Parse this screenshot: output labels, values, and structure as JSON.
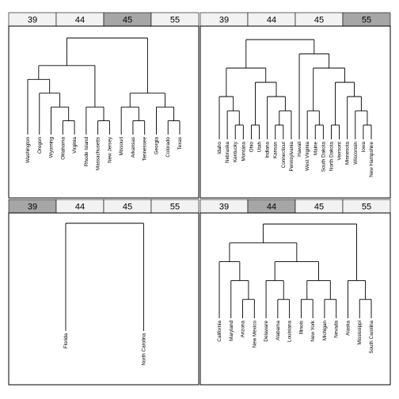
{
  "chart_data": {
    "type": "dendrogram",
    "strip_labels": [
      "39",
      "44",
      "45",
      "55"
    ],
    "colors": {
      "strip_active": "#a6a6a6",
      "strip_inactive": "#f2f2f2",
      "panel_border": "#000000",
      "line": "#000000"
    },
    "panels": [
      {
        "active_strip": 2,
        "leaves": [
          "Washington",
          "Oregon",
          "Wyoming",
          "Oklahoma",
          "Virginia",
          "Rhode Island",
          "Massachusetts",
          "New Jersey",
          "Missouri",
          "Arkansas",
          "Tennessee",
          "Georgia",
          "Colorado",
          "Texas"
        ],
        "tree": [
          [
            [
              [
                0,
                [
                  1,
                  [
                    2,
                    [
                      3,
                      4
                    ]
                  ]
                ]
              ],
              [
                5,
                [
                  6,
                  7
                ]
              ]
            ]
          ],
          [
            [
              8,
              [
                9,
                10
              ]
            ],
            [
              11,
              [
                12,
                13
              ]
            ]
          ]
        ]
      },
      {
        "active_strip": 3,
        "leaves": [
          "Idaho",
          "Nebraska",
          "Kentucky",
          "Montana",
          "Ohio",
          "Utah",
          "Indiana",
          "Kansas",
          "Connecticut",
          "Pennsylvania",
          "Hawaii",
          "West Virginia",
          "Maine",
          "South Dakota",
          "North Dakota",
          "Vermont",
          "Minnesota",
          "Wisconsin",
          "Iowa",
          "New Hampshire"
        ],
        "tree": [
          [
            [
              0,
              [
                1,
                [
                  2,
                  3
                ]
              ]
            ],
            [
              [
                4,
                5
              ],
              [
                6,
                [
                  [
                    7,
                    8
                  ],
                  9
                ]
              ]
            ]
          ],
          [
            10,
            [
              [
                11,
                [
                  12,
                  13
                ]
              ],
              [
                [
                  14,
                  15
                ],
                [
                  16,
                  [
                    17,
                    [
                      18,
                      19
                    ]
                  ]
                ]
              ]
            ]
          ]
        ]
      },
      {
        "active_strip": 0,
        "leaves": [
          "Florida",
          "North Carolina"
        ],
        "tree": [
          0,
          1
        ]
      },
      {
        "active_strip": 1,
        "leaves": [
          "California",
          "Maryland",
          "Arizona",
          "New Mexico",
          "Delaware",
          "Alabama",
          "Louisiana",
          "Illinois",
          "New York",
          "Michigan",
          "Nevada",
          "Alaska",
          "Mississippi",
          "South Carolina"
        ],
        "tree": [
          [
            [
              0,
              [
                1,
                [
                  2,
                  3
                ]
              ]
            ],
            [
              [
                4,
                [
                  5,
                  6
                ]
              ],
              [
                [
                  7,
                  8
                ],
                [
                  9,
                  10
                ]
              ]
            ]
          ],
          [
            11,
            [
              12,
              13
            ]
          ]
        ]
      }
    ]
  }
}
